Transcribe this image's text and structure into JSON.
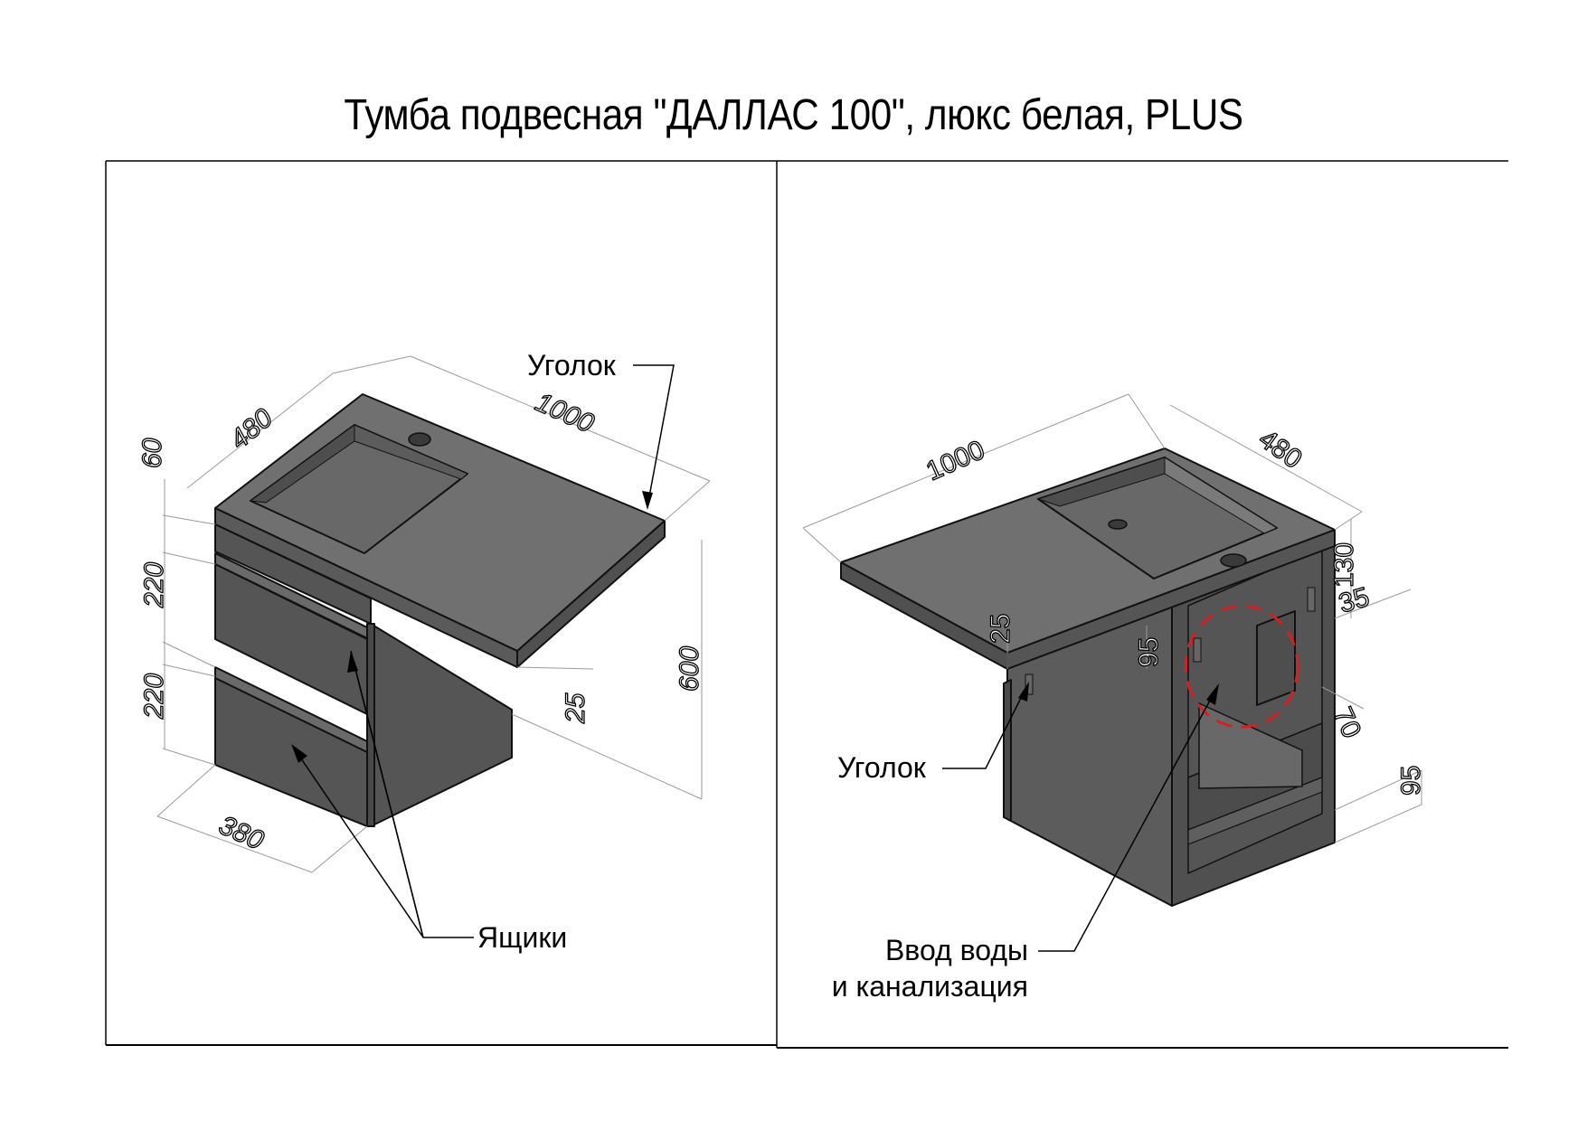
{
  "title": "Тумба подвесная \"ДАЛЛАС 100\", люкс белая, PLUS",
  "colors": {
    "top_face": "#707070",
    "front_face": "#555555",
    "side_face": "#5a5a5a",
    "dark_face": "#4a4a4a",
    "sink_inner": "#666666",
    "dim_line": "#9a9a9a",
    "highlight_circle": "#d42020"
  },
  "left_view": {
    "callouts": {
      "corner_bracket": "Уголок",
      "drawers": "Ящики"
    },
    "dimensions": {
      "width": "1000",
      "depth": "480",
      "top_height": "60",
      "drawer_1_height": "220",
      "drawer_2_height": "220",
      "total_height": "600",
      "countertop_thickness": "25",
      "cabinet_width": "380"
    }
  },
  "right_view": {
    "callouts": {
      "corner_bracket": "Уголок",
      "water_inlet_line1": "Ввод воды",
      "water_inlet_line2": "и канализация"
    },
    "dimensions": {
      "width": "1000",
      "depth": "480",
      "countertop_thickness": "25",
      "bracket_offset": "95",
      "top_rail": "130",
      "bracket_spacing": "35",
      "inlet_offset": "70",
      "bottom_rail": "95"
    }
  }
}
